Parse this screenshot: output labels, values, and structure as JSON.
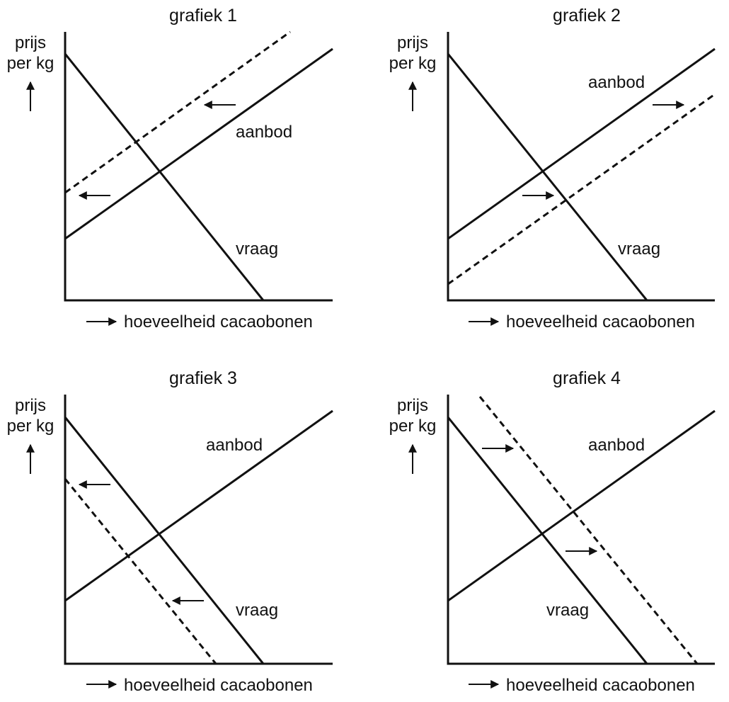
{
  "graphs": [
    {
      "title": "grafiek 1",
      "y_label_line1": "prijs",
      "y_label_line2": "per kg",
      "x_label": "hoeveelheid cacaobonen",
      "supply_label": "aanbod",
      "demand_label": "vraag"
    },
    {
      "title": "grafiek 2",
      "y_label_line1": "prijs",
      "y_label_line2": "per kg",
      "x_label": "hoeveelheid cacaobonen",
      "supply_label": "aanbod",
      "demand_label": "vraag"
    },
    {
      "title": "grafiek 3",
      "y_label_line1": "prijs",
      "y_label_line2": "per kg",
      "x_label": "hoeveelheid cacaobonen",
      "supply_label": "aanbod",
      "demand_label": "vraag"
    },
    {
      "title": "grafiek 4",
      "y_label_line1": "prijs",
      "y_label_line2": "per kg",
      "x_label": "hoeveelheid cacaobonen",
      "supply_label": "aanbod",
      "demand_label": "vraag"
    }
  ],
  "colors": {
    "ink": "#111111",
    "background": "#ffffff"
  }
}
